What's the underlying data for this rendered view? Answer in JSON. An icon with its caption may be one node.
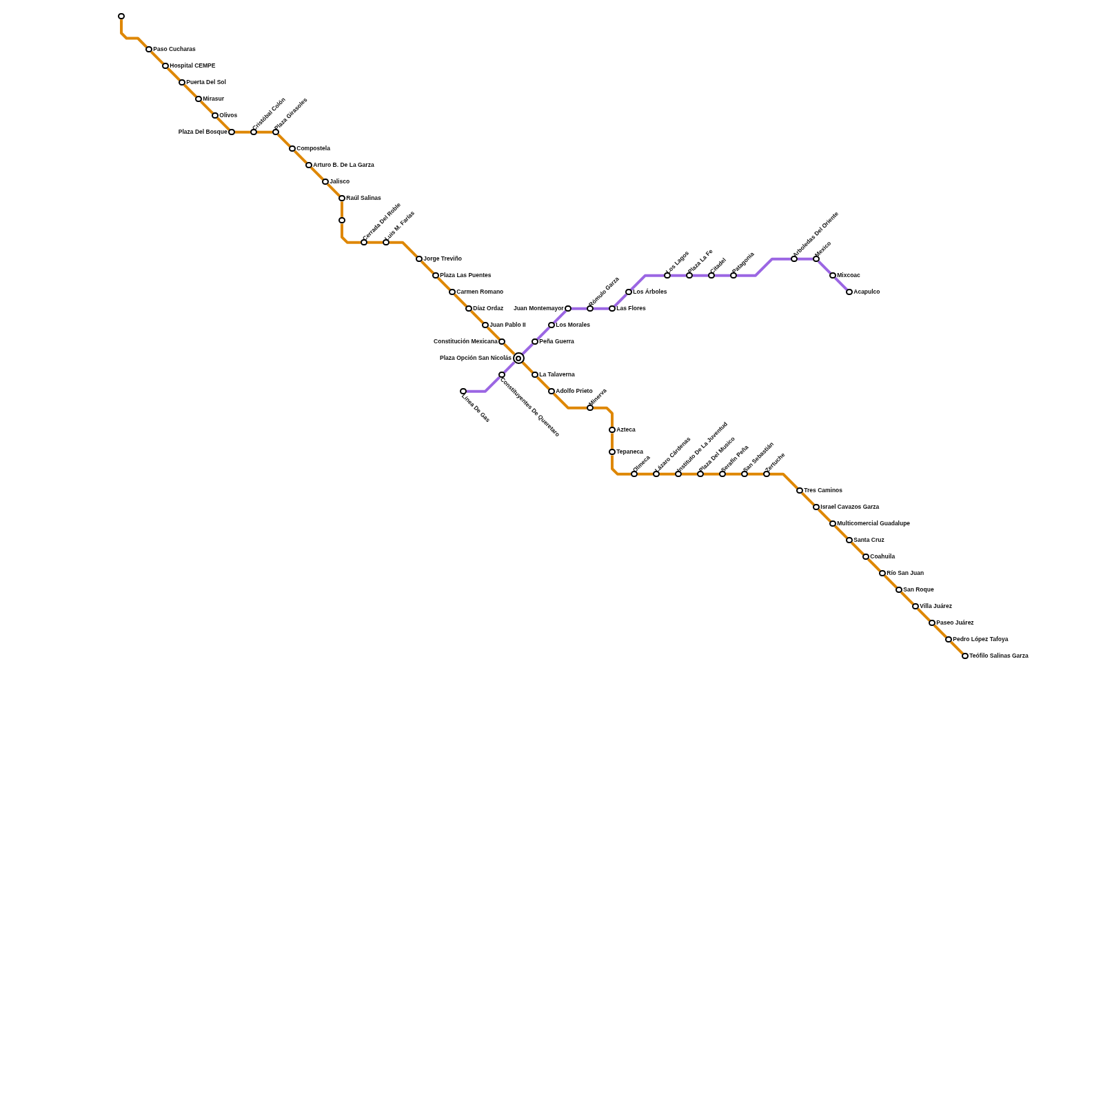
{
  "diagram": {
    "nodes": [
      {
        "text": [],
        "shape": "circle"
      },
      {
        "text": [
          "Paso Cucharas"
        ]
      },
      {
        "text": [
          "Hospital CEMPE"
        ]
      },
      {
        "text": [
          "Puerta Del Sol"
        ]
      },
      {
        "text": [
          "Mirasur"
        ]
      },
      {
        "text": [
          "Olivos"
        ]
      },
      {
        "text": [
          "Plaza Del Bosque"
        ]
      },
      {
        "text": [
          "Cristóbal Colón"
        ]
      },
      {
        "text": [
          "Plaza Girasoles"
        ]
      },
      {
        "text": [
          "Compostela"
        ]
      },
      {
        "text": [
          "Arturo B. De La Garza"
        ]
      },
      {
        "text": [
          "Jalisco"
        ]
      },
      {
        "text": [
          "Raúl Salinas"
        ]
      },
      {
        "text": [],
        "shape": "circle"
      },
      {
        "text": [
          "Cerrada Del Roble"
        ]
      },
      {
        "text": [
          "Luis M. Farías"
        ]
      },
      {
        "text": [
          "Jorge Treviño"
        ]
      },
      {
        "text": [
          "Plaza Las Puentes"
        ]
      },
      {
        "text": [
          "Carmen Romano"
        ]
      },
      {
        "text": [
          "Díaz Ordaz"
        ]
      },
      {
        "text": [
          "Juan Pablo II"
        ]
      },
      {
        "text": [
          "Constitución Mexicana"
        ]
      },
      {
        "text": [
          "Plaza Opción San Nicolás"
        ]
      },
      {
        "text": [
          "La Talaverna"
        ]
      },
      {
        "text": [
          "Adolfo Prieto"
        ]
      },
      {
        "text": [
          "Minerva"
        ]
      },
      {
        "text": [
          "Azteca"
        ]
      },
      {
        "text": [
          "Tepaneca"
        ]
      },
      {
        "text": [
          "Olmeca"
        ]
      },
      {
        "text": [
          "Lázaro Cárdenas"
        ]
      },
      {
        "text": [
          "Instituto De La Juventud"
        ]
      },
      {
        "text": [
          "Plaza Del Musico"
        ]
      },
      {
        "text": [
          "Serafín Peña"
        ]
      },
      {
        "text": [
          "San Sebastián"
        ]
      },
      {
        "text": [
          "Zertuche"
        ]
      },
      {
        "text": [
          "Tres Caminos"
        ]
      },
      {
        "text": [
          "Israel Cavazos Garza"
        ]
      },
      {
        "text": [
          "Multicomercial Guadalupe"
        ]
      },
      {
        "text": [
          "Santa Cruz"
        ]
      },
      {
        "text": [
          "Coahuila"
        ]
      },
      {
        "text": [
          "Río San Juan"
        ]
      },
      {
        "text": [
          "San Roque"
        ]
      },
      {
        "text": [
          "Villa Juárez"
        ]
      },
      {
        "text": [
          "Paseo Juárez"
        ]
      },
      {
        "text": [
          "Pedro López Tafoya"
        ]
      },
      {
        "text": [
          "Teófilo Salinas Garza"
        ]
      },
      {
        "text": [
          "Línea De Gas"
        ]
      },
      {
        "text": [
          "Constituyentes De Queretaro"
        ]
      },
      {
        "text": [
          "Peña Guerra"
        ]
      },
      {
        "text": [
          "Los Morales"
        ]
      },
      {
        "text": [
          "Juan Montemayor"
        ]
      },
      {
        "text": [
          "Rómulo Garza"
        ]
      },
      {
        "text": [
          "Las Flores"
        ]
      },
      {
        "text": [
          "Los Árboles"
        ]
      },
      {
        "text": [
          "Los Lagos"
        ]
      },
      {
        "text": [
          "Plaza La Fe"
        ]
      },
      {
        "text": [
          "Citadel"
        ]
      },
      {
        "text": [
          "Patagonia"
        ]
      },
      {
        "text": [
          "Arboledas Del Oriente"
        ]
      },
      {
        "text": [
          "Mexico"
        ]
      },
      {
        "text": [
          "Mixcoac"
        ]
      },
      {
        "text": [
          "Acapulco"
        ]
      }
    ],
    "edges": [
      {
        "from": 0,
        "to": 1,
        "arrow": "none"
      },
      {
        "from": 1,
        "to": 2,
        "arrow": "none"
      },
      {
        "from": 2,
        "to": 3,
        "arrow": "none"
      },
      {
        "from": 3,
        "to": 4,
        "arrow": "none"
      },
      {
        "from": 4,
        "to": 5,
        "arrow": "none"
      },
      {
        "from": 5,
        "to": 6,
        "arrow": "none"
      },
      {
        "from": 6,
        "to": 7,
        "arrow": "none"
      },
      {
        "from": 7,
        "to": 8,
        "arrow": "none"
      },
      {
        "from": 8,
        "to": 9,
        "arrow": "none"
      },
      {
        "from": 9,
        "to": 10,
        "arrow": "none"
      },
      {
        "from": 10,
        "to": 11,
        "arrow": "none"
      },
      {
        "from": 11,
        "to": 12,
        "arrow": "none"
      },
      {
        "from": 12,
        "to": 13,
        "arrow": "none"
      },
      {
        "from": 13,
        "to": 14,
        "arrow": "none"
      },
      {
        "from": 14,
        "to": 15,
        "arrow": "none"
      },
      {
        "from": 15,
        "to": 16,
        "arrow": "none"
      },
      {
        "from": 16,
        "to": 17,
        "arrow": "none"
      },
      {
        "from": 17,
        "to": 18,
        "arrow": "none"
      },
      {
        "from": 18,
        "to": 19,
        "arrow": "none"
      },
      {
        "from": 19,
        "to": 20,
        "arrow": "none"
      },
      {
        "from": 20,
        "to": 21,
        "arrow": "none"
      },
      {
        "from": 21,
        "to": 22,
        "arrow": "none"
      },
      {
        "from": 22,
        "to": 23,
        "arrow": "none"
      },
      {
        "from": 23,
        "to": 24,
        "arrow": "none"
      },
      {
        "from": 24,
        "to": 25,
        "arrow": "none"
      },
      {
        "from": 25,
        "to": 26,
        "arrow": "none"
      },
      {
        "from": 26,
        "to": 27,
        "arrow": "none"
      },
      {
        "from": 27,
        "to": 28,
        "arrow": "none"
      },
      {
        "from": 28,
        "to": 29,
        "arrow": "none"
      },
      {
        "from": 29,
        "to": 30,
        "arrow": "none"
      },
      {
        "from": 30,
        "to": 31,
        "arrow": "none"
      },
      {
        "from": 31,
        "to": 32,
        "arrow": "none"
      },
      {
        "from": 32,
        "to": 33,
        "arrow": "none"
      },
      {
        "from": 33,
        "to": 34,
        "arrow": "none"
      },
      {
        "from": 34,
        "to": 35,
        "arrow": "none"
      },
      {
        "from": 35,
        "to": 36,
        "arrow": "none"
      },
      {
        "from": 36,
        "to": 37,
        "arrow": "none"
      },
      {
        "from": 37,
        "to": 38,
        "arrow": "none"
      },
      {
        "from": 38,
        "to": 39,
        "arrow": "none"
      },
      {
        "from": 39,
        "to": 40,
        "arrow": "none"
      },
      {
        "from": 40,
        "to": 41,
        "arrow": "none"
      },
      {
        "from": 41,
        "to": 42,
        "arrow": "none"
      },
      {
        "from": 42,
        "to": 43,
        "arrow": "none"
      },
      {
        "from": 43,
        "to": 44,
        "arrow": "none"
      },
      {
        "from": 44,
        "to": 45,
        "arrow": "none"
      },
      {
        "from": 46,
        "to": 47,
        "arrow": "none",
        "color": "#9b66e3"
      },
      {
        "from": 47,
        "to": 22,
        "arrow": "none",
        "color": "#9b66e3"
      },
      {
        "from": 22,
        "to": 48,
        "arrow": "none",
        "color": "#9b66e3"
      },
      {
        "from": 48,
        "to": 49,
        "arrow": "none",
        "color": "#9b66e3"
      },
      {
        "from": 49,
        "to": 50,
        "arrow": "none",
        "color": "#9b66e3"
      },
      {
        "from": 50,
        "to": 51,
        "arrow": "none",
        "color": "#9b66e3"
      },
      {
        "from": 51,
        "to": 52,
        "arrow": "none",
        "color": "#9b66e3"
      },
      {
        "from": 52,
        "to": 53,
        "arrow": "none",
        "color": "#9b66e3"
      },
      {
        "from": 53,
        "to": 54,
        "arrow": "none",
        "color": "#9b66e3"
      },
      {
        "from": 54,
        "to": 55,
        "arrow": "none",
        "color": "#9b66e3"
      },
      {
        "from": 55,
        "to": 56,
        "arrow": "none",
        "color": "#9b66e3"
      },
      {
        "from": 56,
        "to": 57,
        "arrow": "none",
        "color": "#9b66e3"
      },
      {
        "from": 57,
        "to": 58,
        "arrow": "none",
        "color": "#9b66e3"
      },
      {
        "from": 58,
        "to": 59,
        "arrow": "none",
        "color": "#9b66e3"
      },
      {
        "from": 59,
        "to": 60,
        "arrow": "none",
        "color": "#9b66e3"
      },
      {
        "from": 60,
        "to": 61,
        "arrow": "none",
        "color": "#9b66e3"
      }
    ]
  }
}
